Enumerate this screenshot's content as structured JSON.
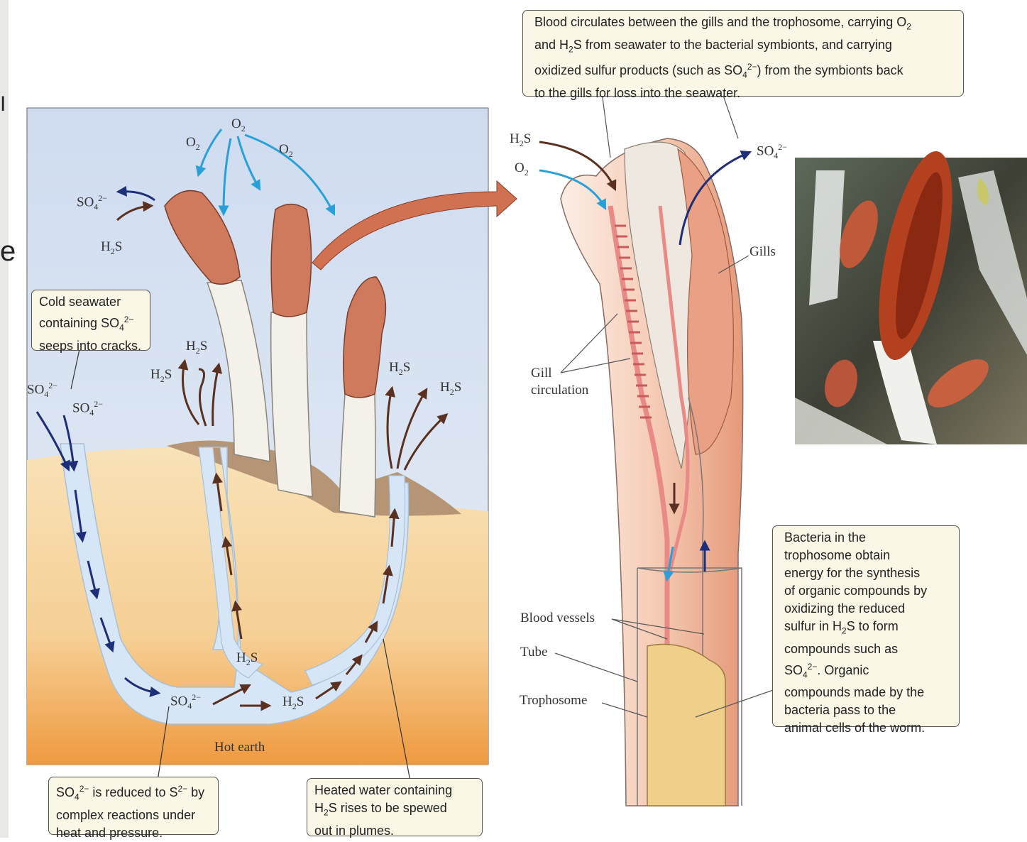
{
  "edge_glyphs": {
    "top": "I",
    "middle": "e"
  },
  "seafloor": {
    "label_hot_earth": "Hot earth",
    "o2_labels": [
      "O2",
      "O2",
      "O2"
    ],
    "so4_labels": [
      "SO4 2-",
      "SO4 2-",
      "SO4 2-",
      "SO4 2-"
    ],
    "h2s_labels": [
      "H2S",
      "H2S",
      "H2S",
      "H2S",
      "H2S",
      "H2S",
      "H2S"
    ]
  },
  "callouts": {
    "cold_seawater": [
      "Cold seawater",
      "containing SO4 2-",
      "seeps into cracks."
    ],
    "reduced": [
      "SO4 2- is reduced to S2- by",
      "complex reactions under",
      "heat and pressure."
    ],
    "heated_water": [
      "Heated water containing",
      "H2S rises to be spewed",
      "out in plumes."
    ],
    "blood": [
      "Blood circulates between the gills and the trophosome, carrying O2",
      "and H2S from seawater to the bacterial symbionts, and carrying",
      "oxidized sulfur products (such as SO4 2-) from the symbionts back",
      "to the gills for loss into the seawater."
    ],
    "bacteria": [
      "Bacteria in the",
      "trophosome obtain",
      "energy for the synthesis",
      "of organic compounds by",
      "oxidizing the reduced",
      "sulfur in H2S to form",
      "compounds such as",
      "SO4 2-. Organic",
      "compounds made by the",
      "bacteria pass to the",
      "animal cells of the worm."
    ]
  },
  "worm_labels": {
    "gills": "Gills",
    "gill_circulation": [
      "Gill",
      "circulation"
    ],
    "blood_vessels": "Blood vessels",
    "tube": "Tube",
    "trophosome": "Trophosome"
  },
  "colors": {
    "water": "#dde8f4",
    "sediment": "#f6d7a5",
    "hot_earth": "#f0a54a",
    "plume_red": "#c97b5c",
    "o2_arrow": "#2aa0d8",
    "h2s_arrow": "#5a3020",
    "flow_arrow": "#1e2e78",
    "callout_bg": "#fbf7e6"
  }
}
